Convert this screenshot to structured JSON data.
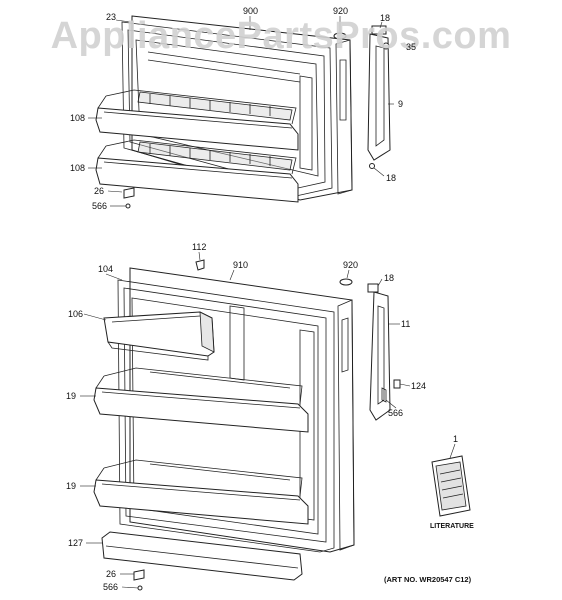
{
  "watermark": "AppliancePartsPros.com",
  "art_number": "(ART NO. WR20547 C12)",
  "literature_label": "LITERATURE",
  "callouts": {
    "c23": "23",
    "c900": "900",
    "c920_top": "920",
    "c18_top_a": "18",
    "c35": "35",
    "c9": "9",
    "c108_a": "108",
    "c108_b": "108",
    "c18_top_b": "18",
    "c26_top": "26",
    "c566_top": "566",
    "c112": "112",
    "c910": "910",
    "c920_bot": "920",
    "c104": "104",
    "c18_bot": "18",
    "c106": "106",
    "c11": "11",
    "c19_a": "19",
    "c124": "124",
    "c566_mid": "566",
    "c19_b": "19",
    "c1": "1",
    "c127": "127",
    "c26_bot": "26",
    "c566_bot": "566"
  },
  "colors": {
    "line": "#222222",
    "shade": "#cfcfcf",
    "watermark": "#d0d0d0"
  }
}
